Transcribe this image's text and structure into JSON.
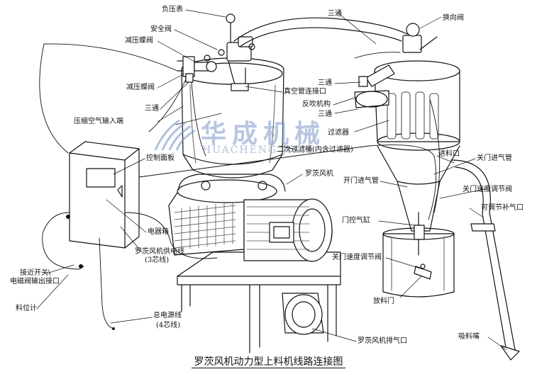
{
  "caption": "罗茨风机动力型上料机线路连接图",
  "logo": {
    "cn": "华成机械",
    "en": "HUACHENG JIXIE"
  },
  "labels": {
    "gauge": "负压表",
    "safety_valve": "安全阀",
    "reducing_butterfly_top": "减压蝶阀",
    "reducing_butterfly_mid": "减压蝶阀",
    "tee_left": "三通",
    "compressed_air": "压缩空气输入端",
    "vacuum_port": "真空管连接口",
    "secondary_filter": "二次过滤桶(内含过滤器)",
    "control_panel": "控制面板",
    "roots_blower": "罗茨风机",
    "electrical_box": "电器箱",
    "blower_power_line": "罗茨风机供电线",
    "blower_power_line_sub": "(3芯线)",
    "proximity_switch": "接近开关\\",
    "solenoid_port": "电磁阀输出接口",
    "level_meter": "料位计",
    "main_power": "总电源线",
    "main_power_sub": "(4芯线)",
    "blower_exhaust": "罗茨风机排气口",
    "tee_top_right": "三通",
    "reversing_valve": "换向阀",
    "tee_right_mid": "三通",
    "backblow": "反吹机构",
    "tee_right_low": "三通",
    "filter": "过滤器",
    "feed_inlet": "进料口",
    "door_close_pipe": "关门进气管",
    "door_open_pipe": "开门进气管",
    "door_close_speed": "关门速度调节阀",
    "adjustable_inlet": "可调节补气口",
    "door_cylinder": "门控气缸",
    "door_open_speed": "关门速度调节阀",
    "discharge_door": "放料门",
    "suction_nozzle": "吸料嘴"
  }
}
